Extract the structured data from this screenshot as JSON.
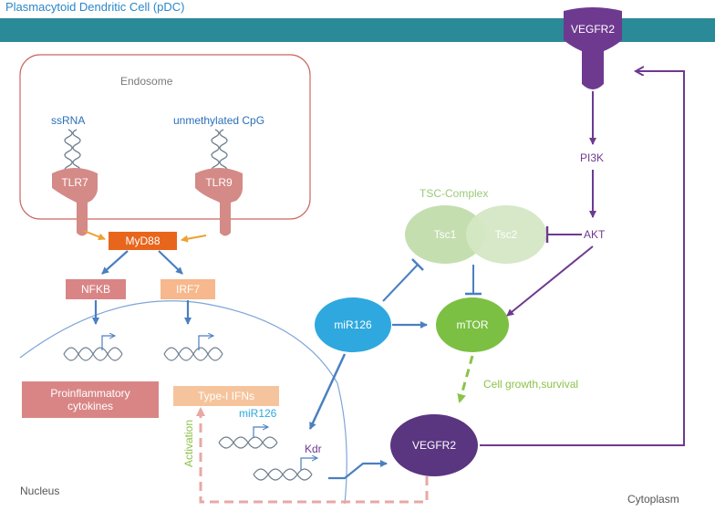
{
  "title": "Plasmacytoid Dendritic Cell (pDC)",
  "compartments": {
    "endosome": "Endosome",
    "nucleus": "Nucleus",
    "cytoplasm": "Cytoplasm"
  },
  "receptors": {
    "ssrna": "ssRNA",
    "cpg": "unmethylated CpG",
    "tlr7": "TLR7",
    "tlr9": "TLR9",
    "vegfr2_membrane": "VEGFR2"
  },
  "nodes": {
    "myd88": "MyD88",
    "nfkb": "NFKB",
    "irf7": "IRF7",
    "proinflammatory_line1": "Proinflammatory",
    "proinflammatory_line2": "cytokines",
    "type1_ifns": "Type-I IFNs",
    "mir126_gene": "miR126",
    "kdr": "Kdr",
    "pi3k": "PI3K",
    "akt": "AKT",
    "tsc_complex": "TSC-Complex",
    "tsc1": "Tsc1",
    "tsc2": "Tsc2",
    "mir126": "miR126",
    "mtor": "mTOR",
    "vegfr2": "VEGFR2"
  },
  "annotations": {
    "cell_growth": "Cell growth,survival",
    "activation": "Activation"
  },
  "colors": {
    "membrane": "#2a8a98",
    "title": "#2a86c8",
    "tlr": "#d48a86",
    "myd88": "#e8661c",
    "nfkb": "#d98586",
    "irf7": "#f6b88c",
    "pathway": "#6e3a90",
    "vegfr2": "#5a3580",
    "mir126": "#2ea8df",
    "tsc": "#c5deb0",
    "mtor": "#7bc043",
    "blue_arrow": "#4a7fc0",
    "orange_arrow": "#f0a030",
    "green_dashed": "#8bc34a",
    "pink_dashed": "#e8a8a4",
    "endosome_border": "#cc6660",
    "nucleus_border": "#7ea5d8"
  }
}
